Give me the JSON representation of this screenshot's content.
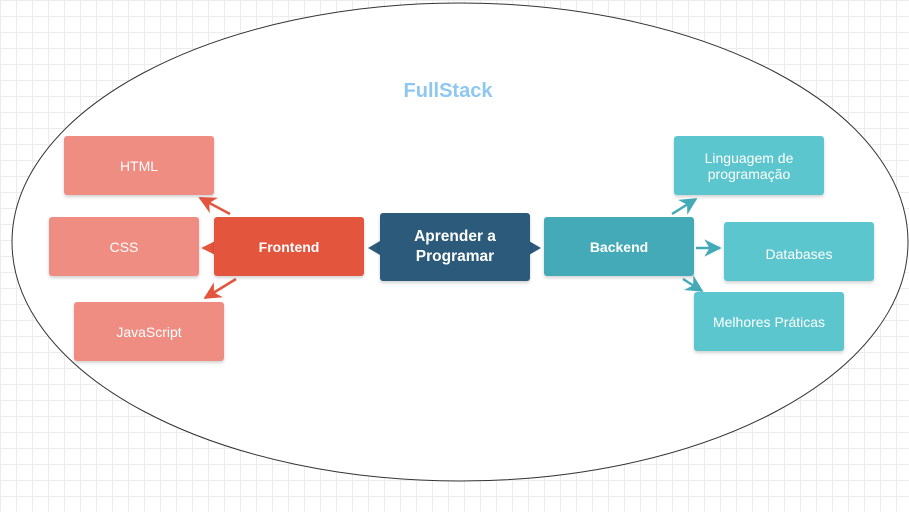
{
  "diagram": {
    "title": "FullStack",
    "center": "Aprender a Programar",
    "frontend": {
      "label": "Frontend",
      "children": [
        "HTML",
        "CSS",
        "JavaScript"
      ]
    },
    "backend": {
      "label": "Backend",
      "children": [
        "Linguagem de programação",
        "Databases",
        "Melhores Práticas"
      ]
    }
  },
  "colors": {
    "frontend_light": "#f08d82",
    "frontend": "#e4553e",
    "center": "#2c5a7b",
    "backend": "#44aab8",
    "backend_light": "#5cc6cf",
    "title": "#8ec7f2"
  }
}
